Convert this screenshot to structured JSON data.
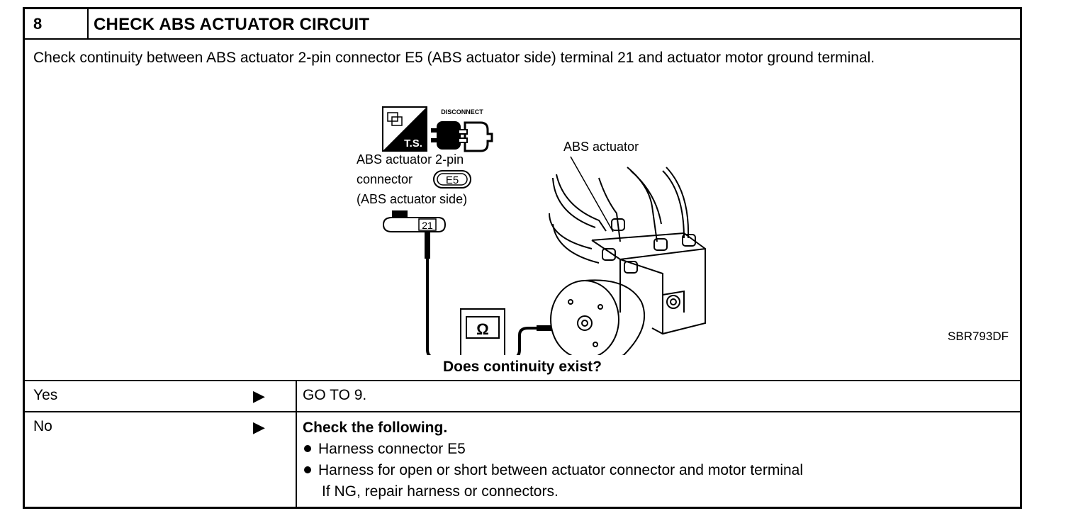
{
  "step": {
    "number": "8",
    "title": "CHECK ABS ACTUATOR CIRCUIT",
    "instruction": "Check continuity between ABS actuator 2-pin connector E5 (ABS actuator side) terminal 21 and actuator motor ground terminal."
  },
  "figure": {
    "ts_label": "T.S.",
    "disconnect_label": "DISCONNECT",
    "connector_label_line1": "ABS actuator 2-pin",
    "connector_label_line2": "connector",
    "connector_id": "E5",
    "connector_label_line3": "(ABS actuator side)",
    "terminal": "21",
    "actuator_label": "ABS actuator",
    "meter_symbol": "Ω",
    "figure_code": "SBR793DF"
  },
  "question": "Does continuity exist?",
  "answers": {
    "yes": {
      "label": "Yes",
      "arrow": "▶",
      "action": "GO TO 9."
    },
    "no": {
      "label": "No",
      "arrow": "▶",
      "heading": "Check the following.",
      "items": [
        "Harness connector E5",
        "Harness for open or short between actuator connector and motor terminal"
      ],
      "note": "If NG, repair harness or connectors."
    }
  }
}
